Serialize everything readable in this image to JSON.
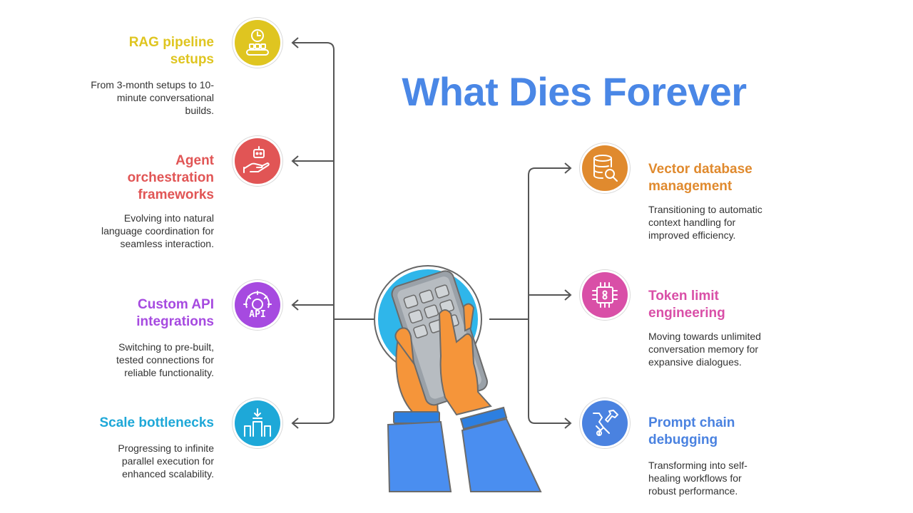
{
  "title": "What Dies Forever",
  "colors": {
    "title": "#4a87e6",
    "connector": "#555555"
  },
  "items": [
    {
      "id": "rag",
      "heading_lines": [
        "RAG pipeline",
        "setups"
      ],
      "description": "From 3-month setups to 10-minute conversational builds.",
      "color": "#dfc520",
      "icon": "conveyor-clock-icon"
    },
    {
      "id": "agent",
      "heading_lines": [
        "Agent",
        "orchestration",
        "frameworks"
      ],
      "description": "Evolving into natural language coordination for seamless interaction.",
      "color": "#e15555",
      "icon": "robot-hand-icon"
    },
    {
      "id": "api",
      "heading_lines": [
        "Custom API",
        "integrations"
      ],
      "description": "Switching to pre-built, tested connections for reliable functionality.",
      "color": "#a64ae0",
      "icon": "api-gear-icon"
    },
    {
      "id": "scale",
      "heading_lines": [
        "Scale bottlenecks"
      ],
      "description": "Progressing to infinite parallel execution for enhanced scalability.",
      "color": "#1ea8d8",
      "icon": "bottleneck-icon"
    },
    {
      "id": "vector",
      "heading_lines": [
        "Vector database",
        "management"
      ],
      "description": "Transitioning to automatic context handling for improved efficiency.",
      "color": "#e08a2e",
      "icon": "database-search-icon"
    },
    {
      "id": "token",
      "heading_lines": [
        "Token limit",
        "engineering"
      ],
      "description": "Moving towards unlimited conversation memory for expansive dialogues.",
      "color": "#d94fa7",
      "icon": "chip-icon"
    },
    {
      "id": "prompt",
      "heading_lines": [
        "Prompt chain",
        "debugging"
      ],
      "description": "Transforming into self-healing workflows for robust performance.",
      "color": "#4a82e0",
      "icon": "wrench-tool-icon"
    }
  ]
}
